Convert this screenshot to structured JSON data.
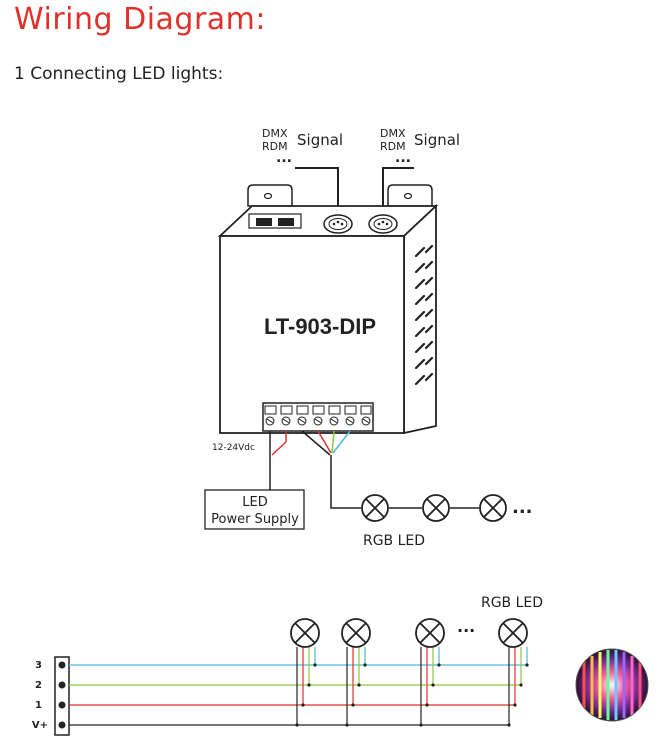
{
  "header": {
    "title": "Wiring Diagram:",
    "subtitle": "1 Connecting LED lights:"
  },
  "diagram1": {
    "signal_in": {
      "line1": "DMX",
      "line2": "RDM",
      "signal": "Signal",
      "dots": "..."
    },
    "signal_out": {
      "line1": "DMX",
      "line2": "RDM",
      "signal": "Signal",
      "dots": "..."
    },
    "device_model": "LT-903-DIP",
    "voltage_label": "12-24Vdc",
    "power_supply": {
      "line1": "LED",
      "line2": "Power Supply"
    },
    "led_chain_label": "RGB LED",
    "led_chain_dots": "..."
  },
  "diagram2": {
    "led_label": "RGB LED",
    "dots": "...",
    "terminals": [
      "3",
      "2",
      "1",
      "V+"
    ],
    "wire_colors": {
      "ch3": "#4fb8dc",
      "ch2": "#8cc63f",
      "ch1": "#e0312b",
      "vplus": "#222222"
    }
  },
  "colors": {
    "accent": "#e0312b",
    "body": "#ffffff",
    "stroke": "#222222"
  }
}
